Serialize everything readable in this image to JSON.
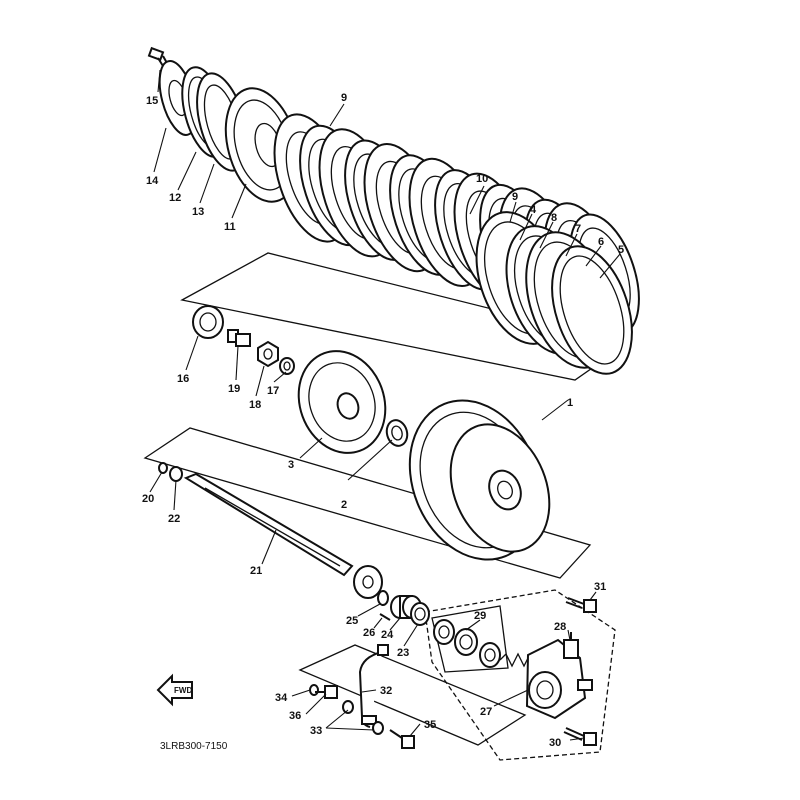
{
  "diagram": {
    "code": "3LRB300-7150",
    "fwd_label": "FWD",
    "callouts": [
      {
        "id": "c1",
        "text": "1"
      },
      {
        "id": "c2",
        "text": "2"
      },
      {
        "id": "c3",
        "text": "3"
      },
      {
        "id": "c4",
        "text": "4"
      },
      {
        "id": "c5",
        "text": "5"
      },
      {
        "id": "c6",
        "text": "6"
      },
      {
        "id": "c7",
        "text": "7"
      },
      {
        "id": "c8",
        "text": "8"
      },
      {
        "id": "c9a",
        "text": "9"
      },
      {
        "id": "c9b",
        "text": "9"
      },
      {
        "id": "c10",
        "text": "10"
      },
      {
        "id": "c11",
        "text": "11"
      },
      {
        "id": "c12",
        "text": "12"
      },
      {
        "id": "c13",
        "text": "13"
      },
      {
        "id": "c14",
        "text": "14"
      },
      {
        "id": "c15",
        "text": "15"
      },
      {
        "id": "c16",
        "text": "16"
      },
      {
        "id": "c17",
        "text": "17"
      },
      {
        "id": "c18",
        "text": "18"
      },
      {
        "id": "c19",
        "text": "19"
      },
      {
        "id": "c20",
        "text": "20"
      },
      {
        "id": "c21",
        "text": "21"
      },
      {
        "id": "c22",
        "text": "22"
      },
      {
        "id": "c23",
        "text": "23"
      },
      {
        "id": "c24",
        "text": "24"
      },
      {
        "id": "c25",
        "text": "25"
      },
      {
        "id": "c26",
        "text": "26"
      },
      {
        "id": "c27",
        "text": "27"
      },
      {
        "id": "c28",
        "text": "28"
      },
      {
        "id": "c29",
        "text": "29"
      },
      {
        "id": "c30",
        "text": "30"
      },
      {
        "id": "c31",
        "text": "31"
      },
      {
        "id": "c32",
        "text": "32"
      },
      {
        "id": "c33",
        "text": "33"
      },
      {
        "id": "c34",
        "text": "34"
      },
      {
        "id": "c35",
        "text": "35"
      },
      {
        "id": "c36",
        "text": "36"
      }
    ]
  }
}
